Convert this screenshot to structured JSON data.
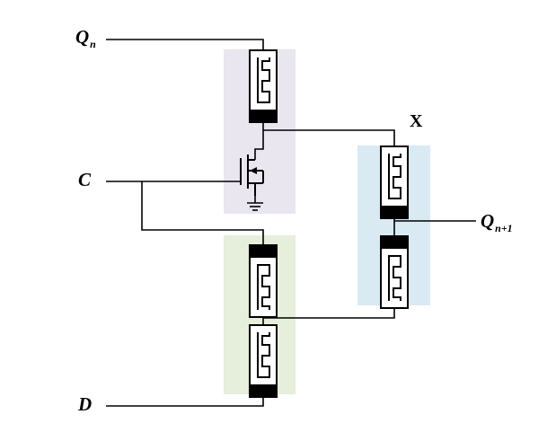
{
  "labels": {
    "qn": {
      "main": "Q",
      "sub": "n"
    },
    "c": {
      "main": "C"
    },
    "d": {
      "main": "D"
    },
    "x": {
      "main": "X"
    },
    "qn1": {
      "main": "Q",
      "sub": "n+1"
    }
  },
  "colors": {
    "memristor_top_region": "#e9e6f0",
    "memristor_right_region": "#d9eaf3",
    "memristor_bottom_region": "#e6eedc",
    "wire": "#000000"
  },
  "icons": {
    "memristor": "memristor-icon",
    "transistor": "nmos-transistor-icon",
    "ground": "ground-icon"
  }
}
